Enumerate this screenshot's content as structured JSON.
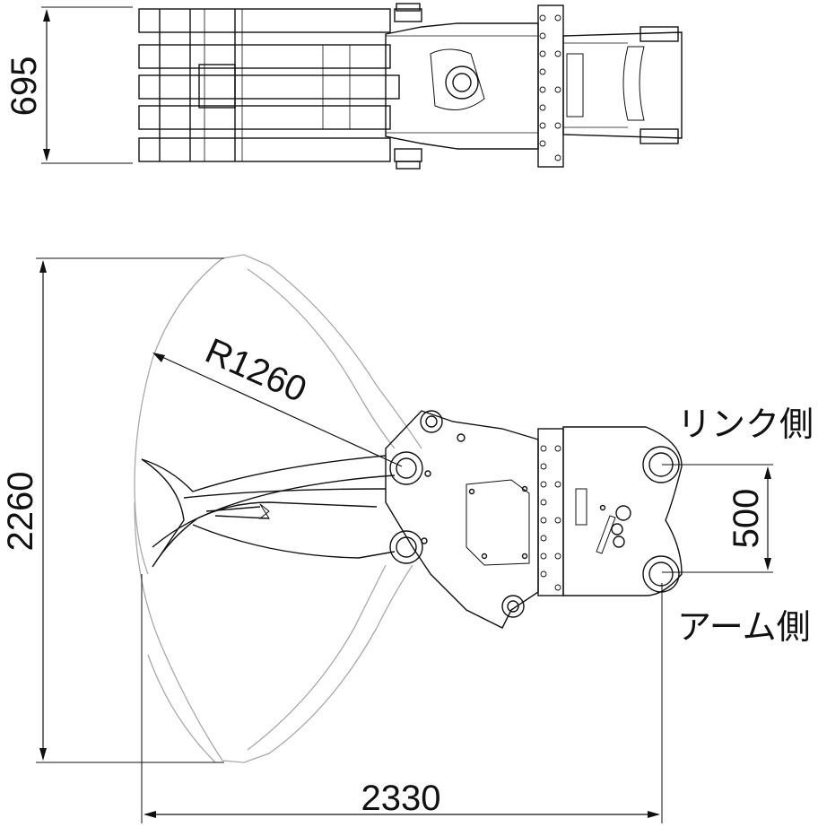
{
  "dimensions": {
    "width_top": "695",
    "radius": "R1260",
    "height": "2260",
    "width_bottom": "2330",
    "pin_spacing": "500"
  },
  "labels": {
    "link_side": "リンク側",
    "arm_side": "アーム側"
  },
  "colors": {
    "line": "#111111",
    "ghost": "#a9a9a9"
  }
}
